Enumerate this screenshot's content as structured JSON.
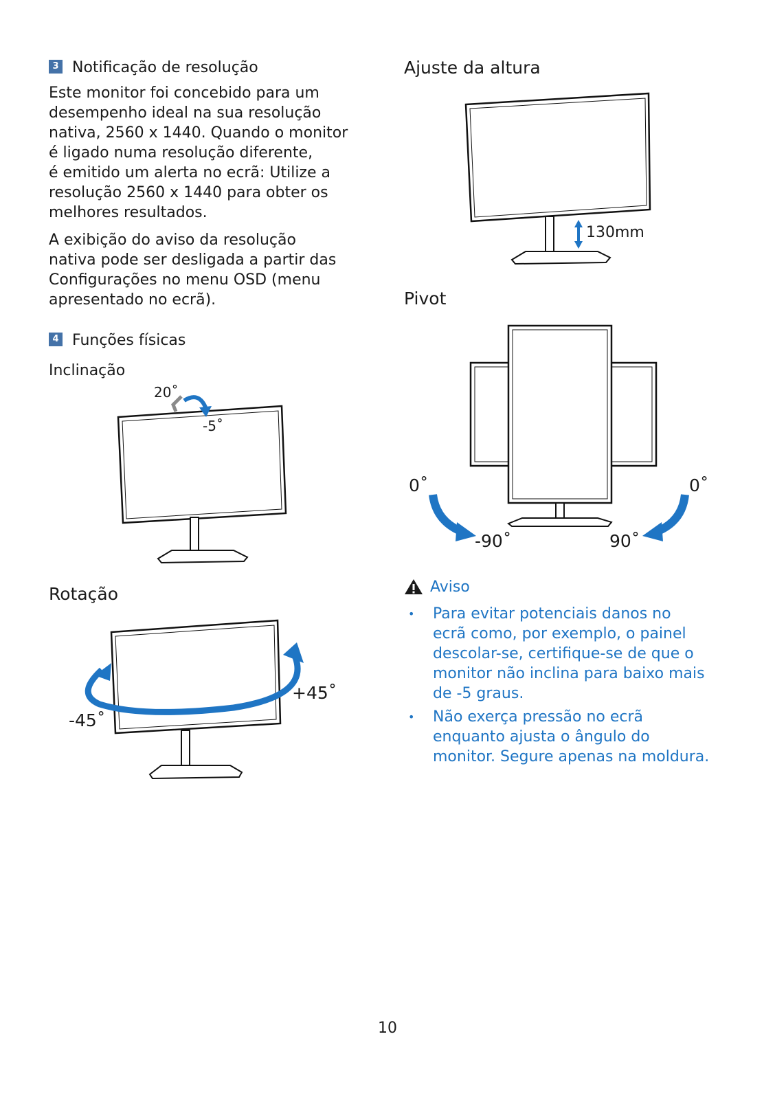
{
  "left": {
    "section3": {
      "number": "3",
      "title": "Notificação de resolução",
      "para1_lines": [
        "Este monitor foi concebido para um",
        "desempenho ideal na sua resolução",
        "nativa, 2560 x 1440. Quando o monitor",
        "é ligado numa resolução diferente,",
        "é emitido um alerta no ecrã: Utilize a",
        "resolução 2560 x 1440 para obter os",
        "melhores resultados."
      ],
      "para2_lines": [
        "A exibição do aviso da resolução",
        "nativa pode ser desligada a partir das",
        "Configurações no menu OSD (menu",
        "apresentado no ecrã)."
      ]
    },
    "section4": {
      "number": "4",
      "title": "Funções físicas"
    },
    "tilt": {
      "title": "Inclinação",
      "up_label": "20˚",
      "down_label": "-5˚"
    },
    "swivel": {
      "title": "Rotação",
      "left_label": "-45˚",
      "right_label": "+45˚"
    }
  },
  "right": {
    "height": {
      "title": "Ajuste da altura",
      "label": "130mm"
    },
    "pivot": {
      "title": "Pivot",
      "left_top": "0˚",
      "right_top": "0˚",
      "left_bottom": "-90˚",
      "right_bottom": "90˚"
    },
    "warning": {
      "title": "Aviso",
      "bullet_symbol": "•",
      "bullet1_lines": [
        "Para evitar potenciais danos no",
        "ecrã como, por exemplo, o painel",
        "descolar-se, certifique-se de que o",
        "monitor não inclina para baixo mais",
        "de -5 graus."
      ],
      "bullet2_lines": [
        "Não exerça pressão no ecrã",
        "enquanto ajusta o ângulo do",
        "monitor. Segure apenas na moldura."
      ]
    }
  },
  "page_number": "10",
  "colors": {
    "accent": "#1f75c4",
    "badge": "#4472a8"
  }
}
